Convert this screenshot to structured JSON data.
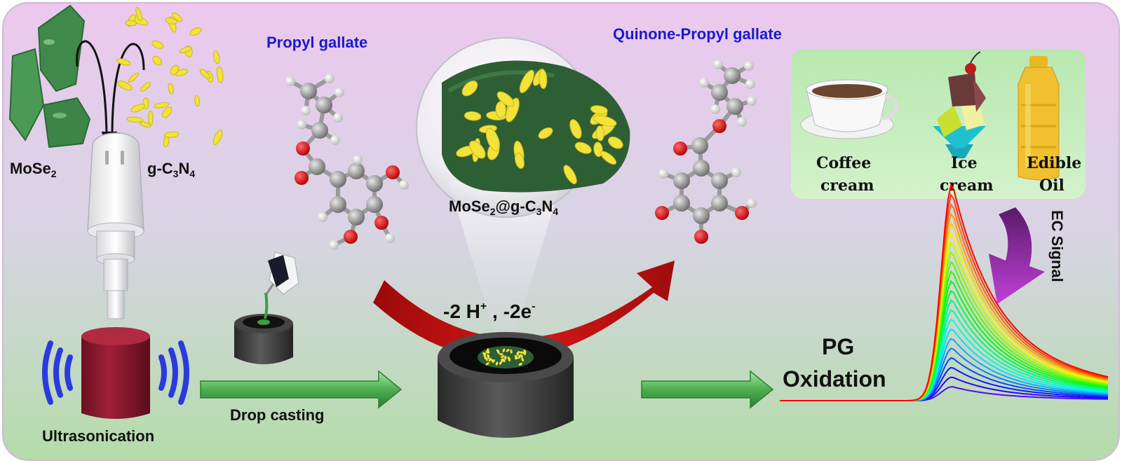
{
  "labels": {
    "mose2": "MoSe",
    "mose2_sub": "2",
    "gc3n4_a": "g-C",
    "gc3n4_sub1": "3",
    "gc3n4_b": "N",
    "gc3n4_sub2": "4",
    "ultrasonication": "Ultrasonication",
    "drop_casting": "Drop casting",
    "propyl_gallate": "Propyl gallate",
    "quinone_propyl_gallate": "Quinone-Propyl gallate",
    "composite_a": "MoSe",
    "composite_sub1": "2",
    "composite_b": "@g-C",
    "composite_sub2": "3",
    "composite_c": "N",
    "composite_sub3": "4",
    "reaction_a": "-2 H",
    "reaction_sup1": "+",
    "reaction_b": " , -2e",
    "reaction_sup2": "-",
    "pg_oxidation_line1": "PG",
    "pg_oxidation_line2": "Oxidation",
    "ec_signal": "EC Signal",
    "samples": [
      "Coffee",
      "cream",
      "Ice",
      "cream",
      "Edible",
      "Oil"
    ]
  },
  "colors": {
    "background_top": "#e8c8ec",
    "background_bottom": "#b8e0b0",
    "mose2_green": "#3f8a4a",
    "gc3n4_yellow": "#f2e23a",
    "label_blue": "#1a1acc",
    "red_arrow": "#c81010",
    "purple_arrow": "#8a1a9a",
    "green_arrow": "#4caf50",
    "electrode_gray": "#3a3a3a"
  }
}
